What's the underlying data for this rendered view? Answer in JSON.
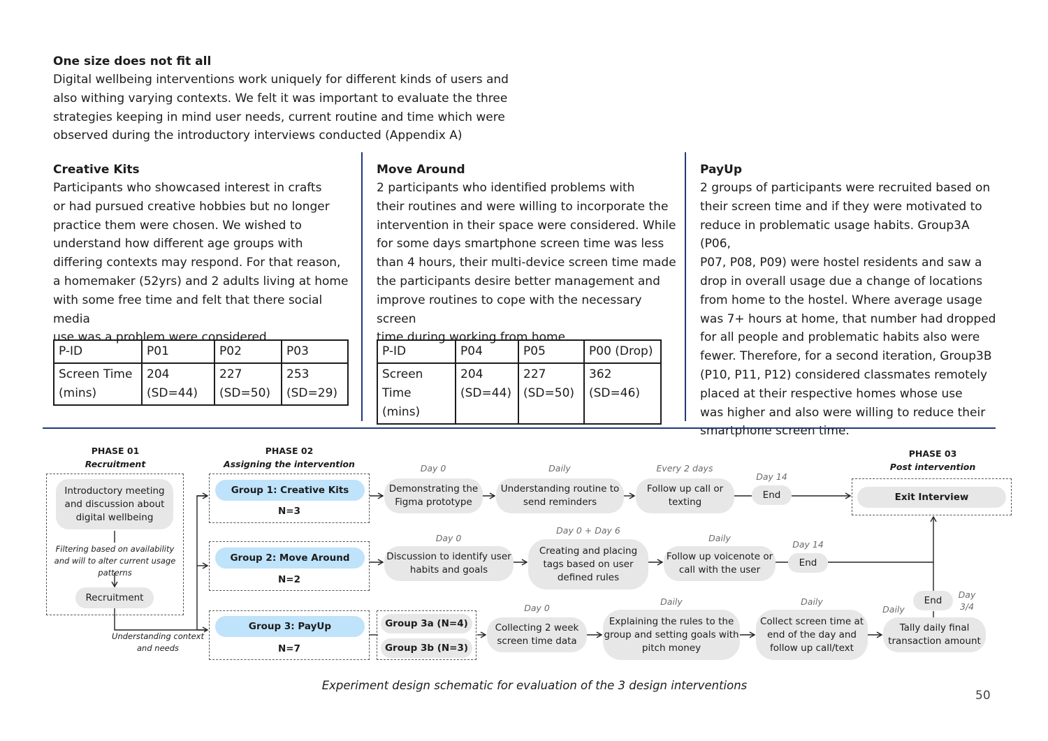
{
  "intro": {
    "heading": "One size does not fit all",
    "lines": [
      "Digital wellbeing interventions work uniquely for different kinds of users and",
      "also withing varying contexts. We felt it was important to evaluate the three",
      "strategies keeping in mind user needs, current routine and time which were",
      "observed during the introductory interviews conducted (Appendix A)"
    ]
  },
  "creative_kits": {
    "heading": "Creative Kits",
    "lines": [
      "Participants who showcased interest in crafts",
      "or had pursued creative hobbies but no longer",
      "practice them were chosen. We wished to",
      "understand how different age groups with",
      "differing contexts may respond. For that reason,",
      "a homemaker (52yrs) and 2 adults living at home",
      "with some free time and felt that there social media",
      "use was a problem were considered."
    ],
    "table": {
      "h0": "P-ID",
      "h1": "P01",
      "h2": "P02",
      "h3": "P03",
      "r0a": "Screen Time",
      "r0b": "(mins)",
      "v1a": "204",
      "v1b": "(SD=44)",
      "v2a": "227",
      "v2b": "(SD=50)",
      "v3a": "253",
      "v3b": "(SD=29)"
    }
  },
  "move_around": {
    "heading": "Move Around",
    "lines": [
      "2 participants who identified problems with",
      "their routines and were willing to incorporate the",
      "intervention in their space were considered. While",
      "for some days smartphone screen time was less",
      "than 4 hours, their multi-device screen time made",
      "the participants desire better management and",
      "improve routines to cope with the necessary screen",
      "time during working from home."
    ],
    "table": {
      "h0": "P-ID",
      "h1": "P04",
      "h2": "P05",
      "h3": "P00 (Drop)",
      "r0a": "Screen",
      "r0b": "Time (mins)",
      "v1a": "204",
      "v1b": "(SD=44)",
      "v2a": "227",
      "v2b": "(SD=50)",
      "v3a": "362",
      "v3b": "(SD=46)"
    }
  },
  "payup": {
    "heading": "PayUp",
    "lines": [
      "2 groups of participants were recruited based on",
      "their screen time and if they were motivated to",
      "reduce in problematic usage habits. Group3A (P06,",
      "P07, P08, P09) were hostel residents and saw a",
      "drop in overall usage due a change of locations",
      "from home to the hostel. Where average usage",
      "was 7+ hours at home, that number had dropped",
      "for all people and problematic habits also were",
      "fewer. Therefore, for a second iteration, Group3B",
      "(P10, P11, P12) considered classmates remotely",
      "placed at their respective homes whose use",
      "was higher and also were willing to reduce their",
      "smartphone screen time."
    ]
  },
  "diagram": {
    "phase1": {
      "title": "PHASE 01",
      "sub": "Recruitment"
    },
    "phase2": {
      "title": "PHASE 02",
      "sub": "Assigning the intervention"
    },
    "phase3": {
      "title": "PHASE 03",
      "sub": "Post intervention"
    },
    "intro_meeting": "Introductory meeting and discussion about digital wellbeing",
    "filter_note": "Filtering based on availability and will to alter current usage patterns",
    "recruitment": "Recruitment",
    "context_note": "Understanding context and needs",
    "g1": {
      "label": "Group 1: Creative Kits",
      "n": "N=3"
    },
    "g2": {
      "label": "Group 2: Move Around",
      "n": "N=2"
    },
    "g3": {
      "label": "Group 3: PayUp",
      "n": "N=7"
    },
    "g3a": "Group 3a (N=4)",
    "g3b": "Group 3b (N=3)",
    "row1": {
      "s1": "Demonstrating the Figma prototype",
      "d1": "Day 0",
      "s2": "Understanding routine to send reminders",
      "d2": "Daily",
      "s3": "Follow up call or texting",
      "d3": "Every 2 days",
      "end": "End",
      "dend": "Day 14"
    },
    "row2": {
      "s1": "Discussion to identify user habits and goals",
      "d1": "Day 0",
      "s2": "Creating and placing tags based on user defined rules",
      "d2": "Day 0 + Day 6",
      "s3": "Follow up voicenote or call with the user",
      "d3": "Daily",
      "end": "End",
      "dend": "Day 14"
    },
    "row3": {
      "s1": "Collecting 2 week screen time data",
      "d1": "Day 0",
      "s2": "Explaining the rules to the group and setting goals with pitch money",
      "d2": "Daily",
      "s3": "Collect screen time at end of the day and follow up call/text",
      "d3": "Daily",
      "s4": "Tally daily final transaction amount",
      "d4": "Daily",
      "end": "End",
      "dend": "Day 3/4"
    },
    "exit": "Exit Interview"
  },
  "caption": "Experiment design schematic for evaluation of the 3 design interventions",
  "page_number": "50"
}
